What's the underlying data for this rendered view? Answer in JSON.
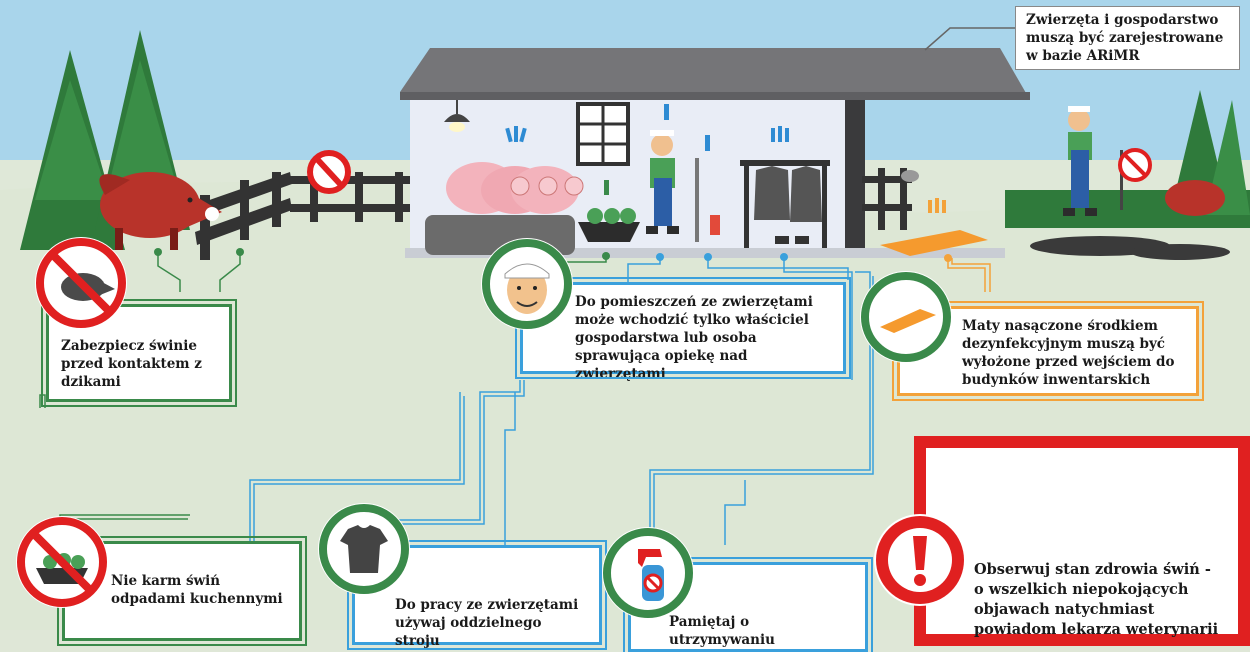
{
  "notes": {
    "registration": "Zwierzęta i gospodarstwo muszą być zarejestrowane w bazie ARiMR",
    "boars": "Zabezpiecz świnie przed kontaktem z dzikami",
    "access": "Do pomieszczeń ze zwierzętami może wchodzić tylko właściciel gospodarstwa lub osoba sprawująca opiekę nad zwierzętami",
    "mats": "Maty nasączone środkiem dezynfekcyjnym muszą być wyłożone przed wejściem do budynków inwentarskich",
    "feeding": "Nie karm świń odpadami kuchennymi",
    "clothing": "Do pracy ze zwierzętami używaj oddzielnego stroju",
    "hygiene": "Pamiętaj o utrzymywaniu",
    "health": "Obserwuj stan zdrowia świń - o wszelkich niepokojących objawach natychmiast powiadom lekarza weterynarii"
  },
  "colors": {
    "sky": "#a8d4ea",
    "ground": "#dfe7d7",
    "green": "#3a8a4a",
    "blue": "#3aa0dc",
    "orange": "#f3a23a",
    "red": "#e02020"
  },
  "icons": [
    "boar-icon",
    "pig-icon",
    "farmer-icon",
    "no-entry-icon",
    "mat-icon",
    "food-bowl-icon",
    "shirt-icon",
    "spray-bottle-icon",
    "exclamation-icon"
  ]
}
